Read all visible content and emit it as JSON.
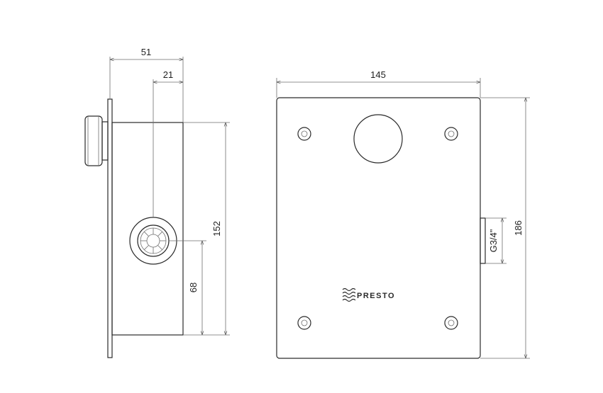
{
  "dimensions": {
    "side_depth": "51",
    "side_offset": "21",
    "side_height": "152",
    "side_outlet_height": "68",
    "front_width": "145",
    "front_height": "186",
    "front_thread": "G3/4\""
  },
  "brand": {
    "name": "PRESTO"
  }
}
